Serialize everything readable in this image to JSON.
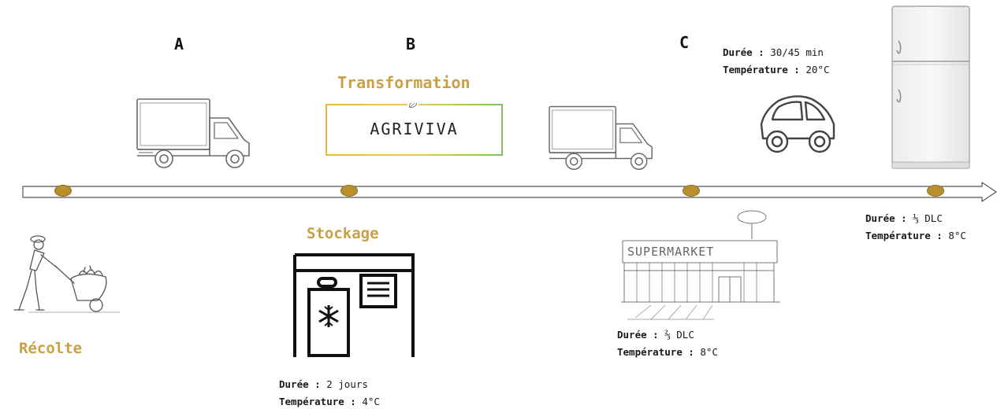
{
  "letters": {
    "a": "A",
    "b": "B",
    "c": "C"
  },
  "stages": {
    "transformation": "Transformation",
    "stockage": "Stockage",
    "recolte": "Récolte"
  },
  "agriviva": {
    "brand": "AGRIVIVA"
  },
  "supermarket": {
    "sign": "SUPERMARKET"
  },
  "info": {
    "stockage": {
      "duree_label": "Durée :",
      "duree_value": "2 jours",
      "temp_label": "Température :",
      "temp_value": "4°C"
    },
    "supermarket": {
      "duree_label": "Durée :",
      "duree_value": "⅔ DLC",
      "temp_label": "Température :",
      "temp_value": "8°C"
    },
    "transport": {
      "duree_label": "Durée :",
      "duree_value": "30/45 min",
      "temp_label": "Température :",
      "temp_value": "20°C"
    },
    "frigo": {
      "duree_label": "Durée :",
      "duree_value": "⅓ DLC",
      "temp_label": "Température :",
      "temp_value": "8°C"
    }
  },
  "colors": {
    "stage_label": "#c9a043",
    "dot": "#b8912e",
    "agri_orange": "#f2b63c",
    "agri_green": "#7cc35a"
  }
}
